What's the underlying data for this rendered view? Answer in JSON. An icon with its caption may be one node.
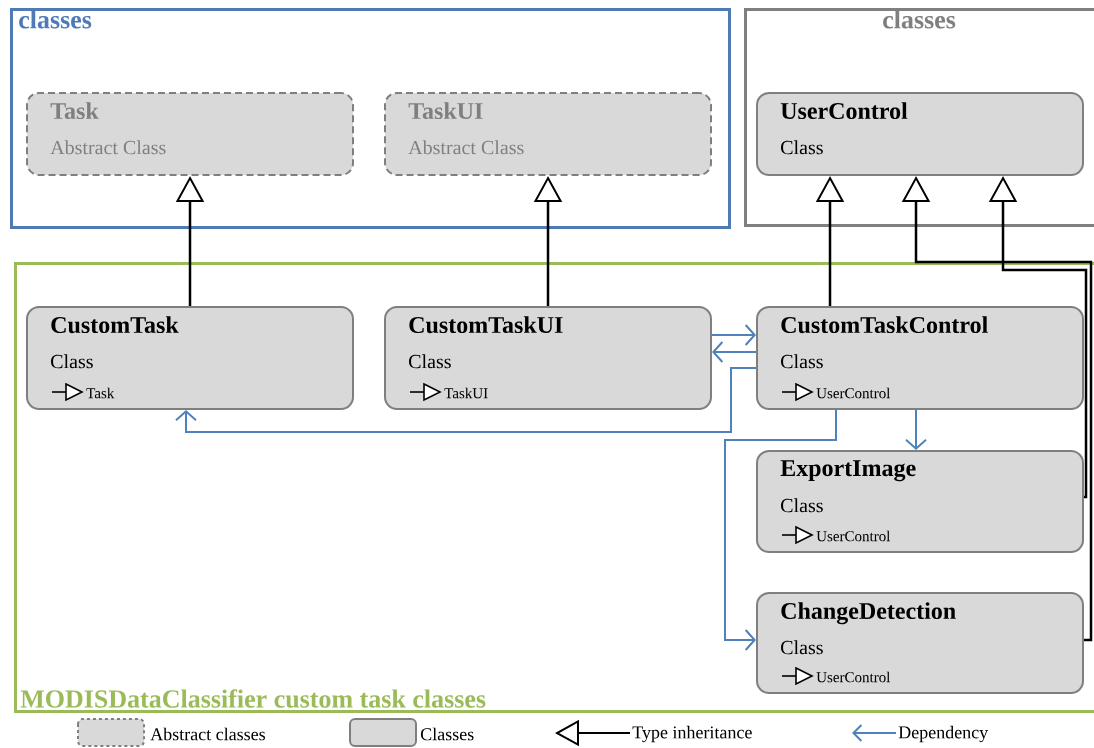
{
  "diagram": {
    "nodes": [
      {
        "text": [
          "classes"
        ]
      },
      {
        "text": [
          "Task",
          "Abstract Class"
        ],
        "in": 0
      },
      {
        "text": [
          "TaskUI",
          "Abstract Class"
        ],
        "in": 0
      },
      {
        "text": [
          "classes"
        ]
      },
      {
        "text": [
          "UserControl",
          "Class"
        ],
        "in": 3
      },
      {
        "text": [
          "MODISDataClassifier custom task classes"
        ]
      },
      {
        "text": [
          "CustomTask",
          "Class",
          "Task"
        ],
        "in": 5
      },
      {
        "text": [
          "CustomTaskUI",
          "Class",
          "TaskUI"
        ],
        "in": 5
      },
      {
        "text": [
          "CustomTaskControl",
          "Class",
          "UserControl"
        ],
        "in": 5
      },
      {
        "text": [
          "ExportImage",
          "Class",
          "UserControl"
        ],
        "in": 5
      },
      {
        "text": [
          "ChangeDetection",
          "Class",
          "UserControl"
        ],
        "in": 5
      }
    ],
    "edges": [
      {
        "from": 6,
        "to": 1,
        "arrow": "to",
        "color": "#000000"
      },
      {
        "from": 7,
        "to": 2,
        "arrow": "to",
        "color": "#000000"
      },
      {
        "from": 8,
        "to": 4,
        "arrow": "to",
        "color": "#000000"
      },
      {
        "from": 9,
        "to": 4,
        "arrow": "to",
        "color": "#000000"
      },
      {
        "from": 10,
        "to": 4,
        "arrow": "to",
        "color": "#000000"
      },
      {
        "from": 7,
        "to": 8,
        "arrow": "to",
        "color": "#4f81bd"
      },
      {
        "from": 8,
        "to": 7,
        "arrow": "to",
        "color": "#4f81bd"
      },
      {
        "from": 8,
        "to": 6,
        "arrow": "to",
        "color": "#4f81bd"
      },
      {
        "from": 8,
        "to": 9,
        "arrow": "to",
        "color": "#4f81bd"
      },
      {
        "from": 8,
        "to": 10,
        "arrow": "to",
        "color": "#4f81bd"
      }
    ],
    "legend": [
      {
        "text": "Abstract classes"
      },
      {
        "text": "Classes"
      },
      {
        "text": "Type inheritance"
      },
      {
        "text": "Dependency"
      }
    ]
  }
}
